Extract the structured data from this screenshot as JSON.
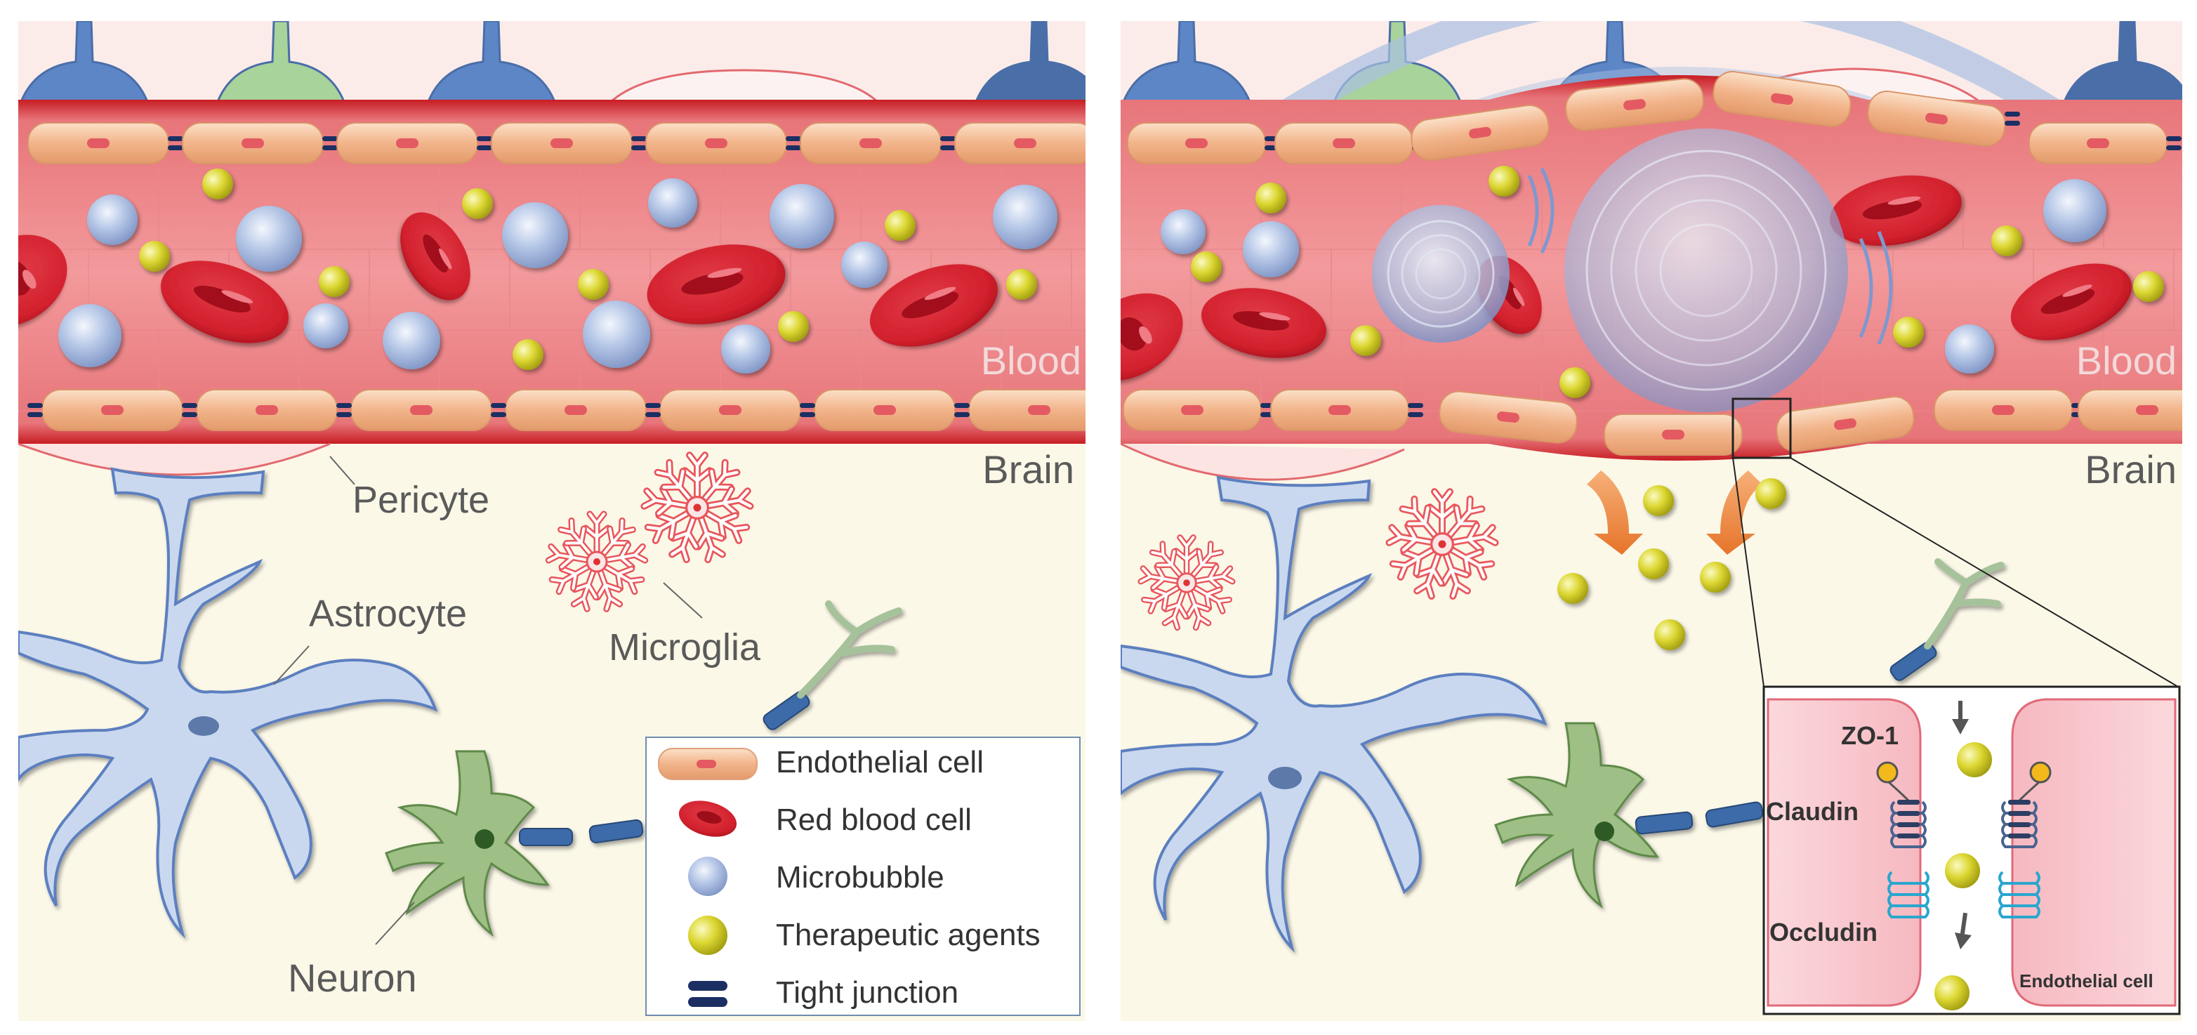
{
  "left_panel": {
    "blood": "Blood",
    "brain": "Brain",
    "pericyte": "Pericyte",
    "astrocyte": "Astrocyte",
    "microglia": "Microglia",
    "neuron": "Neuron"
  },
  "right_panel": {
    "blood": "Blood",
    "brain": "Brain"
  },
  "legend": {
    "items": [
      {
        "label": "Endothelial cell",
        "icon": "endothelial-cell-icon"
      },
      {
        "label": "Red blood cell",
        "icon": "red-blood-cell-icon"
      },
      {
        "label": "Microbubble",
        "icon": "microbubble-icon"
      },
      {
        "label": "Therapeutic agents",
        "icon": "therapeutic-agent-icon"
      },
      {
        "label": "Tight junction",
        "icon": "tight-junction-icon"
      }
    ]
  },
  "inset": {
    "zo1": "ZO-1",
    "claudin": "Claudin",
    "occludin": "Occludin",
    "endothelial_cell": "Endothelial  cell"
  },
  "colors": {
    "vessel": "#d9565a",
    "vessel_edge": "#c8161e",
    "endothelial": "#f2b48a",
    "rbc": "#d42633",
    "microbubble": "#9fb4d9",
    "agent": "#d6d12a",
    "astrocyte": "#9db8e0",
    "neuron": "#8fb07a",
    "microglia": "#e8555a",
    "brain_bg": "#fbf8e8"
  }
}
